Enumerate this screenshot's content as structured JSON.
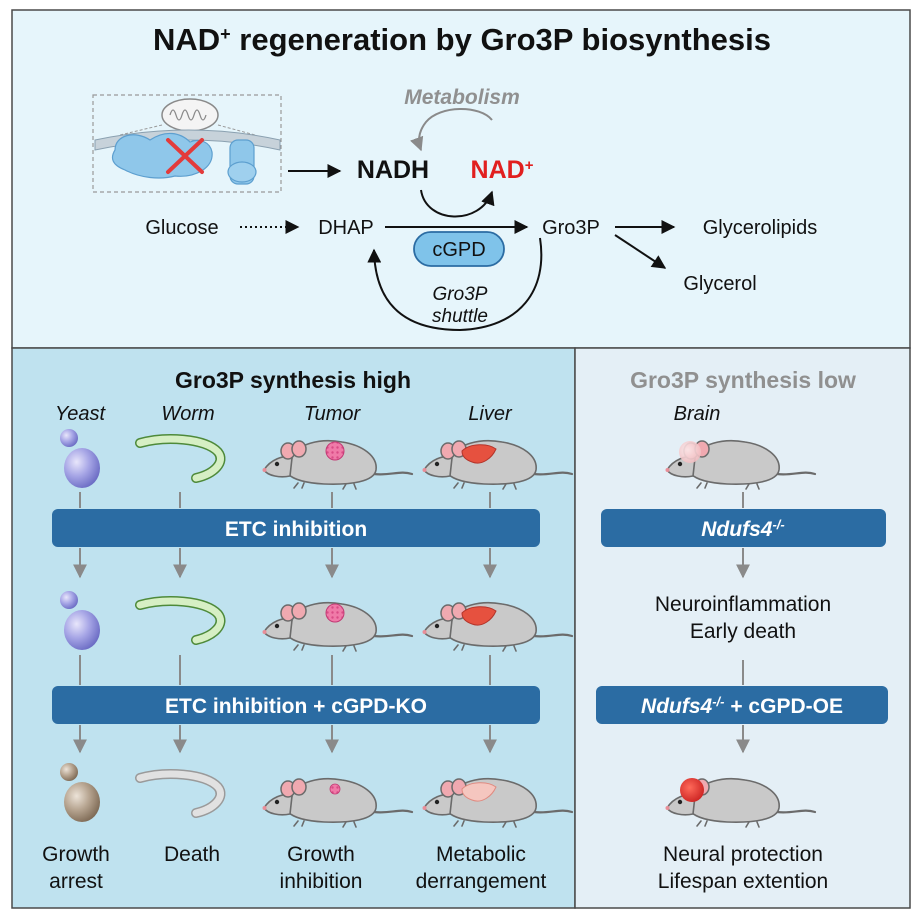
{
  "top": {
    "title_main": "NAD",
    "title_sup": "+",
    "title_rest": " regeneration by Gro3P biosynthesis",
    "metabolism": "Metabolism",
    "nadh": "NADH",
    "nad_main": "NAD",
    "nad_sup": "+",
    "glucose": "Glucose",
    "dhap": "DHAP",
    "gro3p": "Gro3P",
    "glycerolipids": "Glycerolipids",
    "glycerol": "Glycerol",
    "enzyme": "cGPD",
    "shuttle_line1": "Gro3P",
    "shuttle_line2": "shuttle"
  },
  "left": {
    "header": "Gro3P synthesis high",
    "organisms": [
      "Yeast",
      "Worm",
      "Tumor",
      "Liver"
    ],
    "bar1": "ETC inhibition",
    "bar2": "ETC inhibition + cGPD-KO",
    "outcomes": [
      [
        "Growth",
        "arrest"
      ],
      [
        "Death"
      ],
      [
        "Growth",
        "inhibition"
      ],
      [
        "Metabolic",
        "derrangement"
      ]
    ]
  },
  "right": {
    "header": "Gro3P synthesis low",
    "organism": "Brain",
    "bar1_gene": "Ndufs4",
    "bar1_sup": "-/-",
    "outcome1": [
      "Neuroinflammation",
      "Early death"
    ],
    "bar2_gene": "Ndufs4",
    "bar2_sup": "-/-",
    "bar2_rest": " + cGPD-OE",
    "outcome2": [
      "Neural protection",
      "Lifespan extention"
    ]
  },
  "colors": {
    "top_bg": "#e6f5fb",
    "left_bg": "#bfe2ef",
    "right_bg": "#e4eff6",
    "bar": "#2b6ca3",
    "nad_red": "#e11f1f",
    "grey_text": "#909090",
    "cgpd_fill": "#7fc3ea"
  }
}
